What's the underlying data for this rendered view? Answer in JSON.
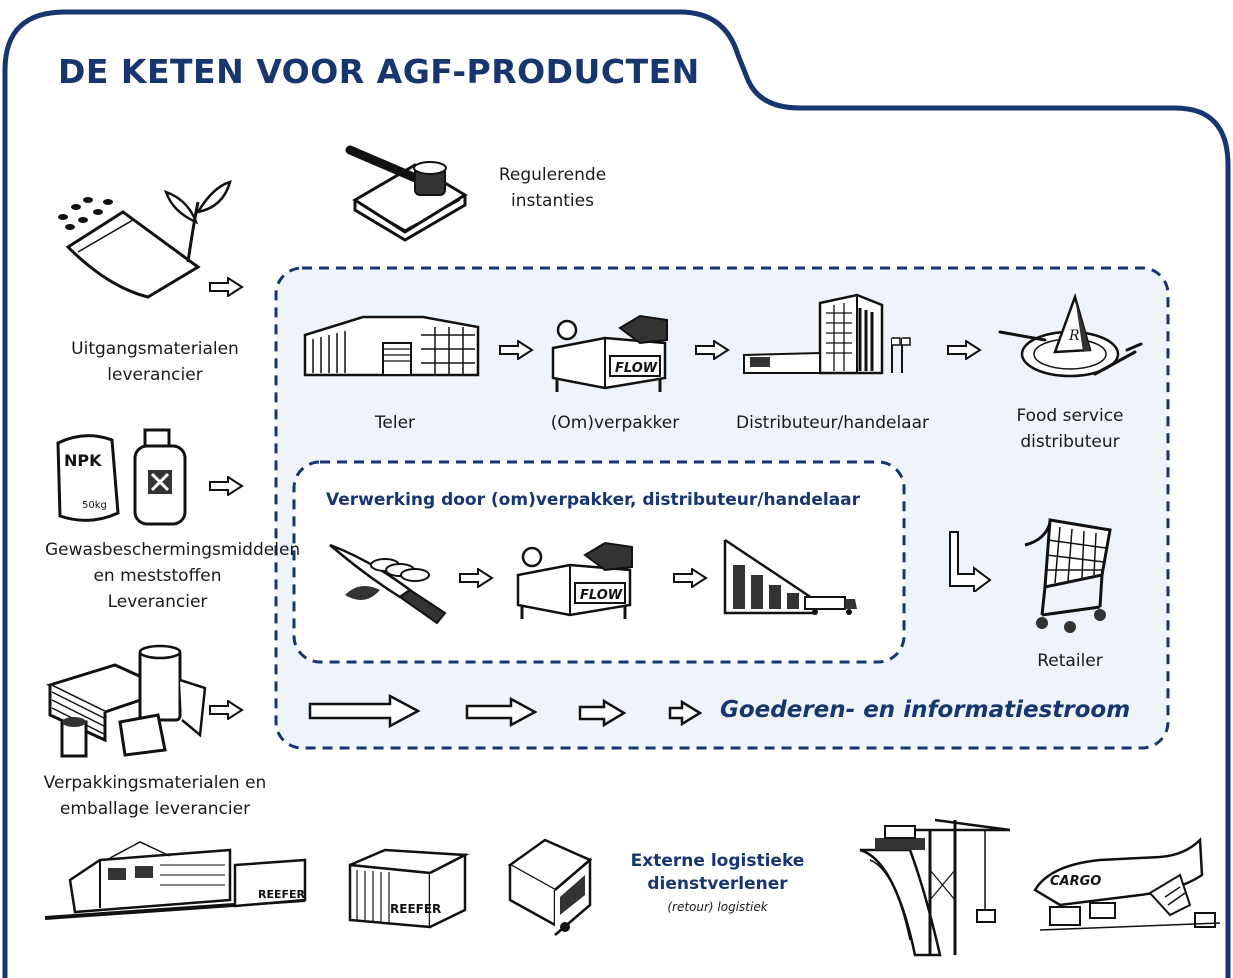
{
  "title": "DE KETEN VOOR AGF-PRODUCTEN",
  "colors": {
    "navy": "#17356e",
    "panel_fill": "#eef4fa",
    "ink": "#1a1a1a"
  },
  "regulators": {
    "label": "Regulerende instanties",
    "icon": "gavel-book-icon"
  },
  "suppliers": [
    {
      "label": "Uitgangsmaterialen leverancier",
      "icon": "seed-bag-sprout-icon"
    },
    {
      "label": "Gewasbeschermingsmiddelen en meststoffen Leverancier",
      "icon": "fertilizer-bottle-icon",
      "text": "NPK",
      "weight": "50kg"
    },
    {
      "label": "Verpakkingsmaterialen en emballage leverancier",
      "icon": "packaging-materials-icon"
    }
  ],
  "chain": [
    {
      "label": "Teler",
      "icon": "greenhouse-icon"
    },
    {
      "label": "(Om)verpakker",
      "icon": "flow-packing-machine-icon",
      "text": "FLOW"
    },
    {
      "label": "Distributeur/handelaar",
      "icon": "distribution-building-icon"
    },
    {
      "label": "Food service distributeur",
      "icon": "plate-cutlery-icon"
    }
  ],
  "processing": {
    "title": "Verwerking door (om)verpakker, distributeur/handelaar",
    "steps": [
      {
        "icon": "knife-cutting-icon"
      },
      {
        "icon": "flow-packing-machine-icon",
        "text": "FLOW"
      },
      {
        "icon": "warehouse-truck-icon"
      }
    ]
  },
  "retailer": {
    "label": "Retailer",
    "icon": "shopping-cart-icon"
  },
  "flow_label": "Goederen- en informatiestroom",
  "logistics": {
    "title": "Externe logistieke dienstverlener",
    "note": "(retour) logistiek",
    "icons": [
      {
        "icon": "train-icon",
        "text": "REEFER"
      },
      {
        "icon": "reefer-container-icon",
        "text": "REEFER"
      },
      {
        "icon": "truck-icon"
      },
      {
        "icon": "ship-crane-icon"
      },
      {
        "icon": "cargo-plane-icon",
        "text": "CARGO"
      }
    ]
  }
}
